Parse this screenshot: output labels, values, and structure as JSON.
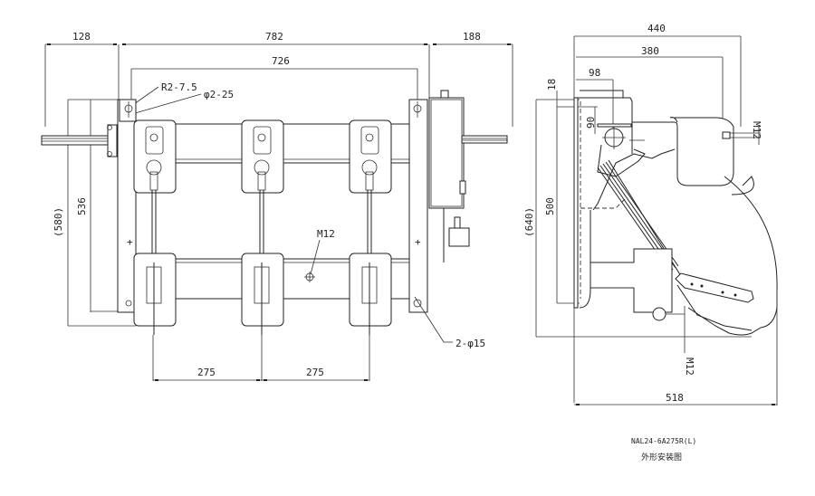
{
  "drawing": {
    "model": "NAL24-6A275R(L)",
    "title": "外形安装图"
  },
  "front_view": {
    "dimensions": {
      "left_overhang": "128",
      "overall_width": "782",
      "mount_hole_spacing": "726",
      "right_overhang": "188",
      "overall_height": "(580)",
      "mount_height": "536",
      "phase_spacing_1": "275",
      "phase_spacing_2": "275"
    },
    "annotations": {
      "slot_radius": "R2-7.5",
      "slot_holes": "φ2-25",
      "center_thread": "M12",
      "mount_holes": "2-φ15"
    },
    "phases": 3
  },
  "side_view": {
    "dimensions": {
      "overall_depth": "440",
      "arm_depth": "380",
      "shaft_offset": "98",
      "top_offset": "18",
      "shaft_height": "90",
      "overall_height": "(640)",
      "mount_height": "500",
      "base_depth": "518"
    },
    "annotations": {
      "top_thread": "M12",
      "bottom_thread": "M12"
    }
  }
}
